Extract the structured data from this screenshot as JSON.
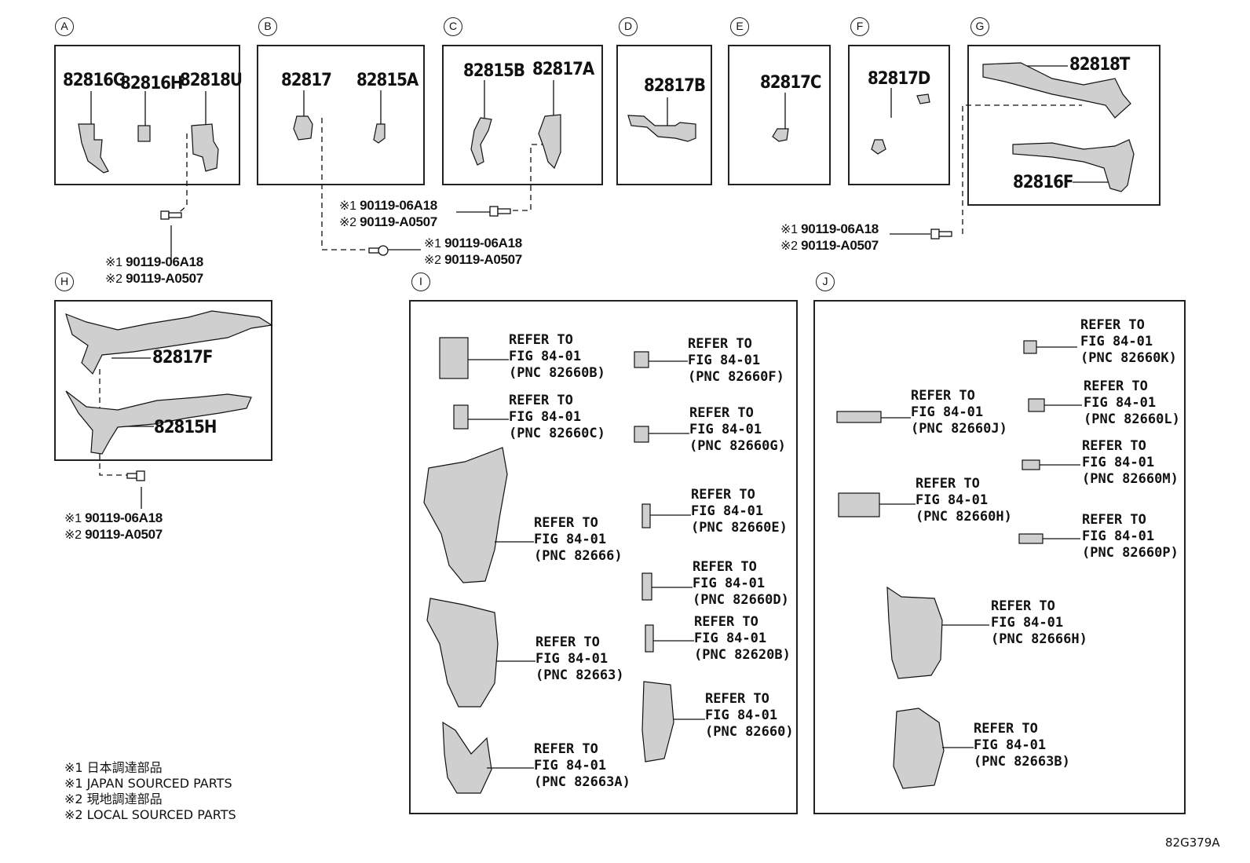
{
  "section_labels": [
    "A",
    "B",
    "C",
    "D",
    "E",
    "F",
    "G",
    "H",
    "I",
    "J"
  ],
  "parts": {
    "a1": "82816G",
    "a2": "82816H",
    "a3": "82818U",
    "b1": "82817",
    "b2": "82815A",
    "c1": "82815B",
    "c2": "82817A",
    "d1": "82817B",
    "e1": "82817C",
    "f1": "82817D",
    "g1": "82818T",
    "g2": "82816F",
    "h1": "82817F",
    "h2": "82815H"
  },
  "bolt_marks": {
    "m1": "※1",
    "m2": "※2"
  },
  "bolt_codes": {
    "c1": "90119-06A18",
    "c2": "90119-A0507"
  },
  "refs": {
    "i1": "REFER TO\nFIG 84-01\n(PNC 82660B)",
    "i2": "REFER TO\nFIG 84-01\n(PNC 82660F)",
    "i3": "REFER TO\nFIG 84-01\n(PNC 82660C)",
    "i4": "REFER TO\nFIG 84-01\n(PNC 82660G)",
    "i5": "REFER TO\nFIG 84-01\n(PNC 82660E)",
    "i6": "REFER TO\nFIG 84-01\n(PNC 82666)",
    "i7": "REFER TO\nFIG 84-01\n(PNC 82660D)",
    "i8": "REFER TO\nFIG 84-01\n(PNC 82620B)",
    "i9": "REFER TO\nFIG 84-01\n(PNC 82663)",
    "i10": "REFER TO\nFIG 84-01\n(PNC 82660)",
    "i11": "REFER TO\nFIG 84-01\n(PNC 82663A)",
    "j1": "REFER TO\nFIG 84-01\n(PNC 82660K)",
    "j2": "REFER TO\nFIG 84-01\n(PNC 82660J)",
    "j3": "REFER TO\nFIG 84-01\n(PNC 82660L)",
    "j4": "REFER TO\nFIG 84-01\n(PNC 82660M)",
    "j5": "REFER TO\nFIG 84-01\n(PNC 82660H)",
    "j6": "REFER TO\nFIG 84-01\n(PNC 82660P)",
    "j7": "REFER TO\nFIG 84-01\n(PNC 82666H)",
    "j8": "REFER TO\nFIG 84-01\n(PNC 82663B)"
  },
  "legend": [
    "※1 日本調達部品",
    "※1 JAPAN SOURCED PARTS",
    "※2 現地調達部品",
    "※2 LOCAL SOURCED PARTS"
  ],
  "figure_code": "82G379A"
}
